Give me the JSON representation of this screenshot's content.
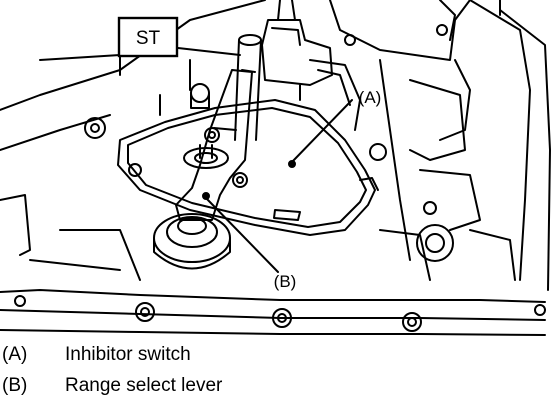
{
  "diagram": {
    "tool_label": "ST",
    "callouts": [
      {
        "id": "A",
        "text": "(A)"
      },
      {
        "id": "B",
        "text": "(B)"
      }
    ]
  },
  "legend": [
    {
      "key": "(A)",
      "description": "Inhibitor switch"
    },
    {
      "key": "(B)",
      "description": "Range select lever"
    }
  ],
  "colors": {
    "ink": "#000000",
    "paper": "#ffffff"
  }
}
